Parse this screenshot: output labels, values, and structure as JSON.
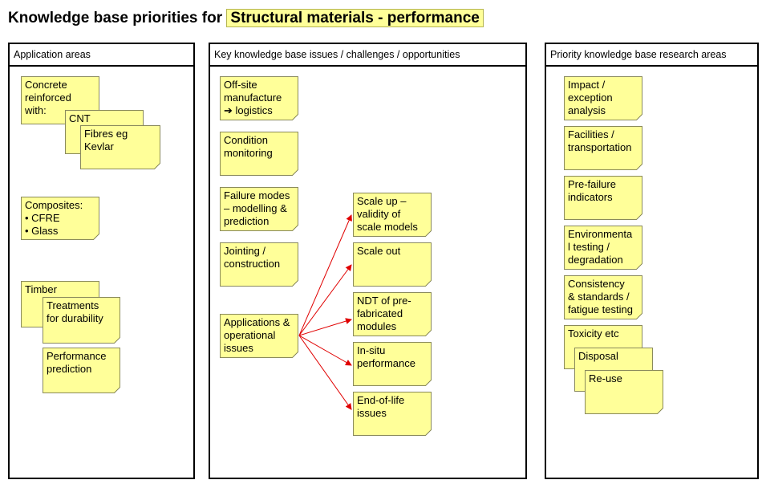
{
  "title": {
    "prefix": "Knowledge base priorities for",
    "highlight": "Structural materials - performance"
  },
  "headers": {
    "application": "Application areas",
    "issues": "Key knowledge base issues / challenges / opportunities",
    "research": "Priority knowledge base research areas"
  },
  "application_notes": {
    "concrete": "Concrete\nreinforced\nwith:",
    "cnt": "CNT",
    "fibres": "Fibres eg\nKevlar",
    "composites": "Composites:\n• CFRE\n• Glass",
    "timber": "Timber",
    "treatments": "Treatments\nfor durability",
    "performance": "Performance\nprediction"
  },
  "issue_notes": {
    "offsite": "Off-site\nmanufacture\n➔ logistics",
    "condition": "Condition\nmonitoring",
    "failure": "Failure modes\n– modelling &\nprediction",
    "jointing": "Jointing /\nconstruction",
    "applications": "Applications &\noperational\nissues"
  },
  "subissue_notes": {
    "scale_up": "Scale up –\nvalidity of\nscale models",
    "scale_out": "Scale out",
    "ndt": "NDT of pre-\nfabricated\nmodules",
    "insitu": "In-situ\nperformance",
    "end_of_life": "End-of-life\nissues"
  },
  "research_notes": {
    "impact": "Impact /\nexception\nanalysis",
    "facilities": "Facilities /\ntransportation",
    "prefailure": "Pre-failure\nindicators",
    "environmental": "Environmenta\nl testing /\ndegradation",
    "consistency": "Consistency\n& standards /\nfatigue testing",
    "toxicity": "Toxicity etc",
    "disposal": "Disposal",
    "reuse": "Re-use"
  },
  "colors": {
    "note_fill": "#ffff99",
    "arrow": "#e00000"
  }
}
